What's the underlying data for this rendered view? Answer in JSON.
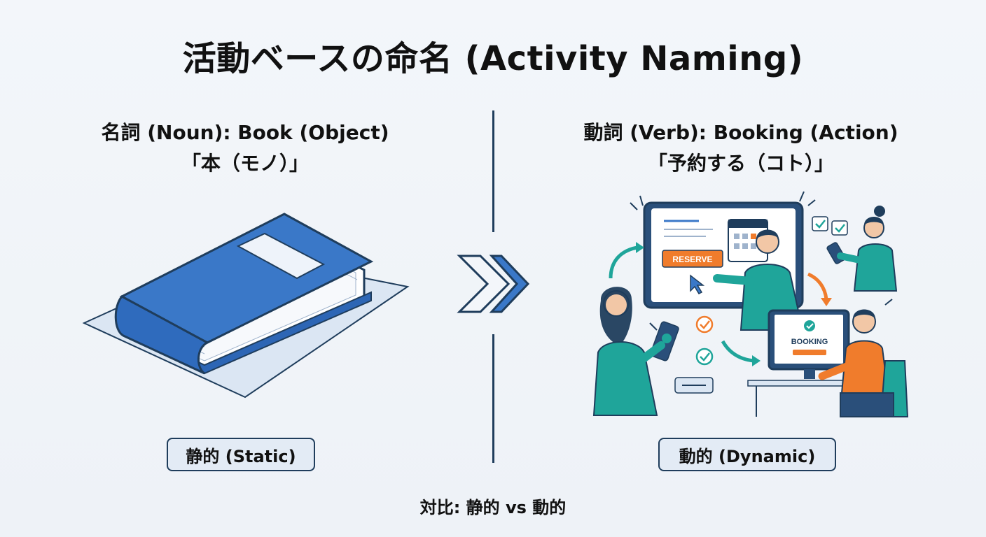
{
  "title": "活動ベースの命名 (Activity Naming)",
  "noun": {
    "heading": "名詞 (Noun): Book (Object)",
    "subheading": "「本（モノ）」",
    "badge": "静的 (Static)"
  },
  "verb": {
    "heading": "動詞 (Verb): Booking (Action)",
    "subheading": "「予約する（コト）」",
    "badge": "動的 (Dynamic)",
    "reserve_label": "RESERVE",
    "booking_label": "BOOKING"
  },
  "footer": "対比: 静的 vs 動的",
  "icons": [
    "book-icon",
    "chevron-right-icon",
    "check-icon",
    "cursor-icon",
    "calendar-icon",
    "phone-icon",
    "chat-bubble-icon"
  ],
  "colors": {
    "primary_blue": "#3a78c8",
    "navy": "#1f3d5c",
    "teal": "#1fa59a",
    "orange": "#f07c2c",
    "background": "#eef2f7"
  }
}
